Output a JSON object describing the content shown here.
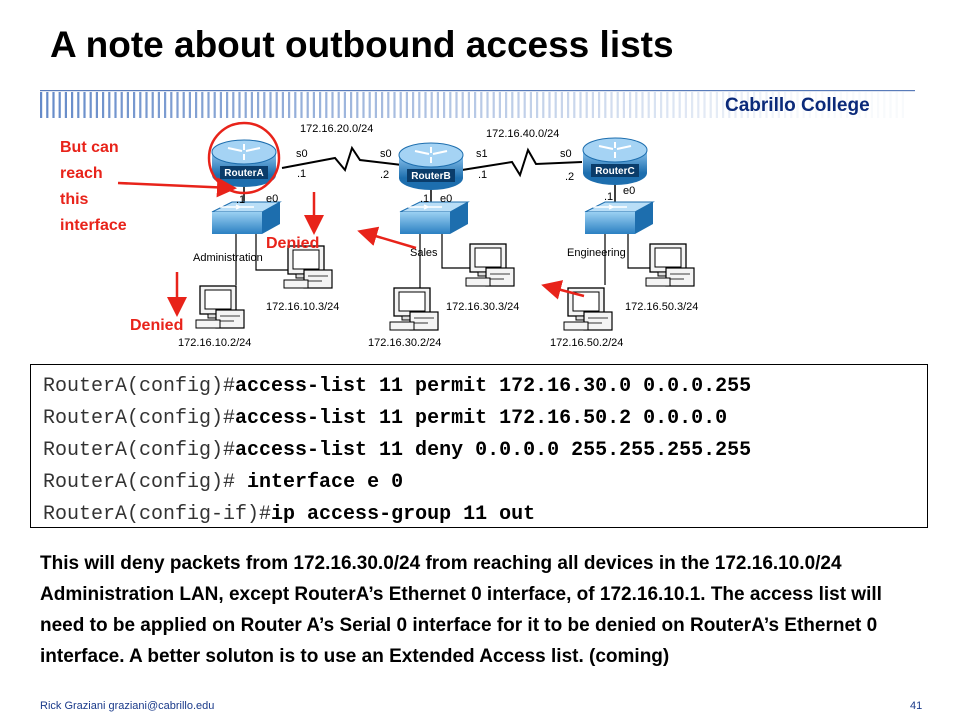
{
  "slide": {
    "title": "A note about outbound access lists",
    "brand": "Cabrillo College",
    "footer_author": "Rick Graziani  graziani@cabrillo.edu",
    "page_number": "41"
  },
  "diagram": {
    "routers": [
      "RouterA",
      "RouterB",
      "RouterC"
    ],
    "networks": [
      "172.16.20.0/24",
      "172.16.40.0/24"
    ],
    "interfaces": {
      "a_s0": "s0",
      "a_s0_ip": ".1",
      "a_e0_ip": ".1",
      "a_e0": "e0",
      "b_s0": "s0",
      "b_s0_ip": ".2",
      "b_s1": "s1",
      "b_s1_ip": ".1",
      "b_e0_ip": ".1",
      "b_e0": "e0",
      "c_s0": "s0",
      "c_s0_ip": ".2",
      "c_e0_ip": ".1",
      "c_e0": "e0"
    },
    "lans": [
      "Administration",
      "Sales",
      "Engineering"
    ],
    "hosts": [
      "172.16.10.2/24",
      "172.16.10.3/24",
      "172.16.30.2/24",
      "172.16.30.3/24",
      "172.16.50.2/24",
      "172.16.50.3/24"
    ],
    "annotations": {
      "reach_lines": [
        "But can",
        "reach",
        "this",
        "interface"
      ],
      "denied_1": "Denied",
      "denied_2": "Denied"
    },
    "colors": {
      "annotation": "#e8231a",
      "router_fill": "#2a7fc0",
      "switch_fill": "#4a9ad6"
    }
  },
  "config": {
    "lines": [
      {
        "prompt": "RouterA(config)#",
        "cmd": "access-list 11 permit 172.16.30.0 0.0.0.255"
      },
      {
        "prompt": "RouterA(config)#",
        "cmd": "access-list 11 permit 172.16.50.2 0.0.0.0"
      },
      {
        "prompt": "RouterA(config)#",
        "cmd": "access-list 11 deny 0.0.0.0 255.255.255.255"
      },
      {
        "prompt": "RouterA(config)# ",
        "cmd": "interface e 0"
      },
      {
        "prompt": "RouterA(config-if)#",
        "cmd": "ip access-group 11 out"
      }
    ]
  },
  "explanation": "This will deny packets from 172.16.30.0/24 from reaching all devices in the 172.16.10.0/24 Administration LAN, except RouterA’s Ethernet 0 interface, of 172.16.10.1.  The access list will need to be applied on Router A’s Serial 0 interface for it to be denied on RouterA’s Ethernet 0 interface.  A better soluton is to use an Extended Access list. (coming)"
}
